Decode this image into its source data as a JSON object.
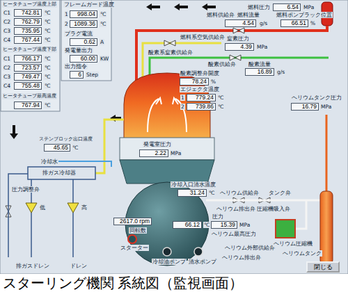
{
  "diagram": {
    "caption": "スターリング機関 系統図（監視画面）",
    "nodes": [
      {
        "text": [
          "742.81"
        ]
      },
      {
        "text": [
          "762.79"
        ]
      },
      {
        "text": [
          "735.95"
        ]
      },
      {
        "text": [
          "767.44"
        ]
      },
      {
        "text": [
          "766.17"
        ]
      },
      {
        "text": [
          "723.57"
        ]
      },
      {
        "text": [
          "749.47"
        ]
      },
      {
        "text": [
          "755.48"
        ]
      },
      {
        "text": [
          "767.94"
        ]
      },
      {
        "text": [
          "998.04"
        ]
      },
      {
        "text": [
          "1089.36"
        ]
      },
      {
        "text": [
          "0.62"
        ]
      },
      {
        "text": [
          "60.00"
        ]
      },
      {
        "text": [
          "6"
        ]
      },
      {
        "text": [
          "6.54"
        ]
      },
      {
        "text": [
          "4.54"
        ]
      },
      {
        "text": [
          "66.51"
        ]
      },
      {
        "text": [
          "4.39"
        ]
      },
      {
        "text": [
          "16.89"
        ]
      },
      {
        "text": [
          "78.24"
        ]
      },
      {
        "text": [
          "779.24"
        ]
      },
      {
        "text": [
          "739.86"
        ]
      },
      {
        "text": [
          "16.79"
        ]
      },
      {
        "text": [
          "2.22"
        ]
      },
      {
        "text": [
          "45.65"
        ]
      },
      {
        "text": [
          "31.24"
        ]
      },
      {
        "text": [
          "66.12"
        ]
      },
      {
        "text": [
          "2617.0 rpm"
        ]
      },
      {
        "text": [
          "15.39"
        ]
      },
      {
        "text": [
          "閉じる"
        ]
      }
    ],
    "labels": [
      "ヒータチューブ温度上部",
      "C1",
      "℃",
      "C2",
      "℃",
      "C3",
      "℃",
      "C4",
      "℃",
      "ヒータチューブ温度下部",
      "C1",
      "℃",
      "C2",
      "℃",
      "C3",
      "℃",
      "C4",
      "℃",
      "ヒータチューブ最高温度",
      "℃",
      "フレームガード温度",
      "1",
      "℃",
      "2",
      "℃",
      "プラグ電流",
      "A",
      "発電量出力",
      "KW",
      "出力指令",
      "Step",
      "燃料圧力",
      "MPa",
      "燃料供給弁",
      "燃料流量",
      "燃料ポンプラック位置",
      "g/s",
      "%",
      "燃料系空気供給弁",
      "窒素圧力",
      "MPa",
      "酸素系窒素供給弁",
      "酸素供給弁",
      "酸素流量",
      "g/s",
      "酸素調整弁開度",
      "%",
      "エジェクタ温度",
      "1",
      "℃",
      "2",
      "℃",
      "ヘリウムタンク圧力",
      "MPa",
      "発電室圧力",
      "MPa",
      "ステンブロック出口温度",
      "℃",
      "冷却水",
      "排ガス冷却器",
      "圧力調整弁",
      "低",
      "高",
      "排ガスドレン",
      "ドレン",
      "冷却入口清水温度",
      "℃",
      "℃",
      "回転数",
      "スターター",
      "冷却油ポンプ",
      "清水ポンプ",
      "圧力",
      "MPa",
      "ヘリウム最高圧力",
      "ヘリウム供給弁",
      "タンク弁",
      "ヘリウム排出弁",
      "圧縮機吸入弁",
      "ヘリウム外部供給弁",
      "ヘリウム排出弁",
      "ヘリウム圧縮機",
      "ヘリウムタンク"
    ]
  }
}
